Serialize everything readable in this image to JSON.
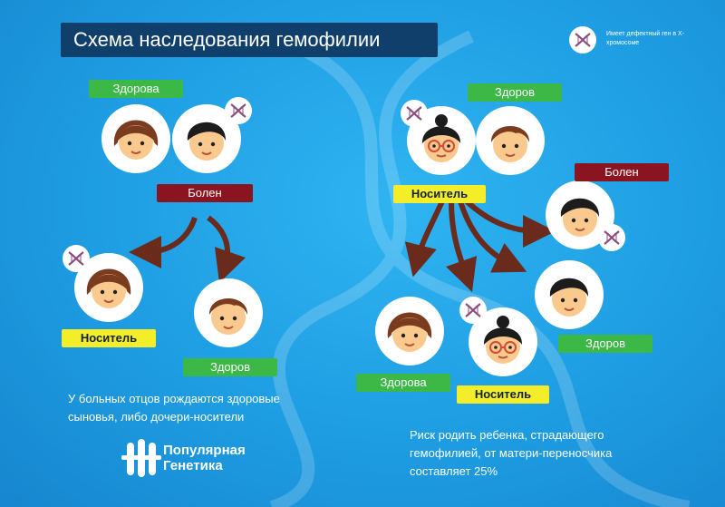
{
  "title": "Схема наследования гемофилии",
  "legend": {
    "icon": "defective-gene-icon",
    "text": "Имеет дефектный ген в X-хромосоме"
  },
  "left_family": {
    "mother_label": "Здорова",
    "father_label": "Болен",
    "daughter_label": "Носитель",
    "son_label": "Здоров",
    "caption_line1": "У больных отцов рождаются здоровые",
    "caption_line2": "сыновья, либо дочери-носители"
  },
  "right_family": {
    "mother_label": "Носитель",
    "father_label": "Здоров",
    "sick_son_label": "Болен",
    "healthy_son_label": "Здоров",
    "healthy_daughter_label": "Здорова",
    "carrier_daughter_label": "Носитель",
    "caption_line1": "Риск родить ребенка, страдающего",
    "caption_line2": "гемофилией, от матери-переносчика",
    "caption_line3": "составляет 25%"
  },
  "logo": {
    "line1": "Популярная",
    "line2": "Генетика"
  },
  "colors": {
    "background": "#1e9de2",
    "title_bg": "#0f3f6a",
    "healthy": "#3cb847",
    "carrier": "#f4ee2a",
    "sick": "#8b1421",
    "arrow": "#6a2a1c"
  }
}
